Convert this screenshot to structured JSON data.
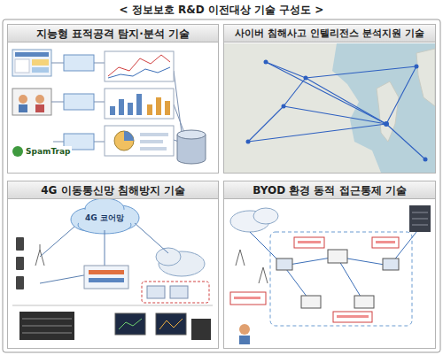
{
  "diagram": {
    "title": "< 정보보호 R&D 이전대상 기술 구성도 >",
    "nodes": [
      {
        "text": [
          "지능형 표적공격 탐지·분석 기술"
        ]
      },
      {
        "text": [
          "사이버 침해사고 인텔리전스 분석지원 기술"
        ]
      },
      {
        "text": [
          "4G 이동통신망 침해방지 기술"
        ]
      },
      {
        "text": [
          "BYOD 환경 동적 접근통제 기술"
        ]
      }
    ],
    "labels": [
      "SpamTrap",
      "4G 코어망"
    ]
  }
}
